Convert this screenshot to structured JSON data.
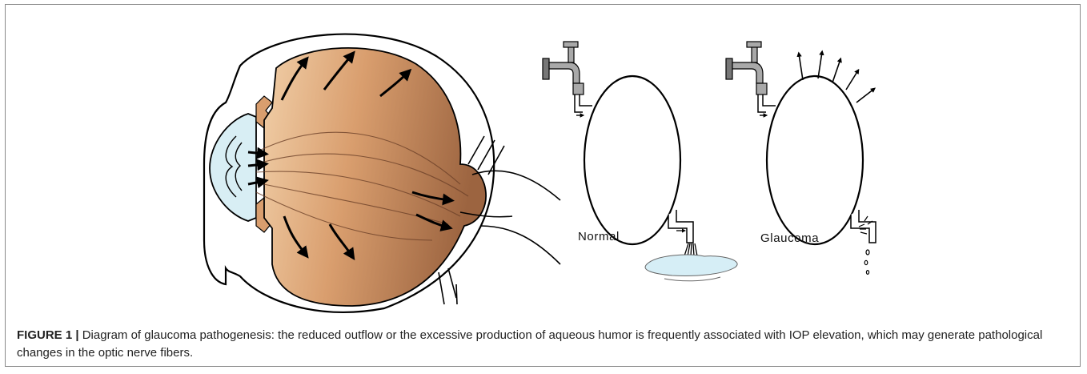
{
  "figure": {
    "label": "FIGURE 1 |",
    "caption": "Diagram of glaucoma pathogenesis: the reduced outflow or the excessive production of aqueous humor is frequently associated with IOP elevation, which may generate pathological changes in the optic nerve fibers."
  },
  "panels": {
    "normal_label": "Normal",
    "glaucoma_label": "Glaucoma"
  },
  "colors": {
    "vitreous_light": "#edc7a0",
    "vitreous_dark": "#a86d45",
    "lens_blue": "#d8eef4",
    "faucet_gray": "#a9a9a9",
    "water_blue": "#d6eef6"
  }
}
